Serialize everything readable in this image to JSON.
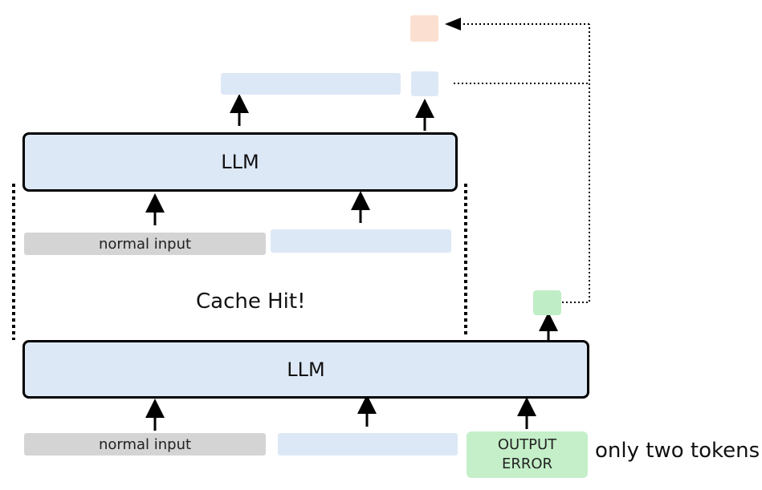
{
  "top_llm": {
    "label": "LLM"
  },
  "bottom_llm": {
    "label": "LLM"
  },
  "top_inputs": {
    "normal_input": "normal input"
  },
  "bottom_inputs": {
    "normal_input": "normal input",
    "error_line1": "OUTPUT",
    "error_line2": "ERROR"
  },
  "cache_hit": "Cache Hit!",
  "token_note": "only two tokens",
  "colors": {
    "llm_fill": "#dde8f6",
    "token_blue": "#dde8f6",
    "input_gray": "#d4d4d4",
    "error_green": "#c4efc8",
    "green_token": "#bfeec6",
    "orange_token": "#fbe0d2"
  }
}
